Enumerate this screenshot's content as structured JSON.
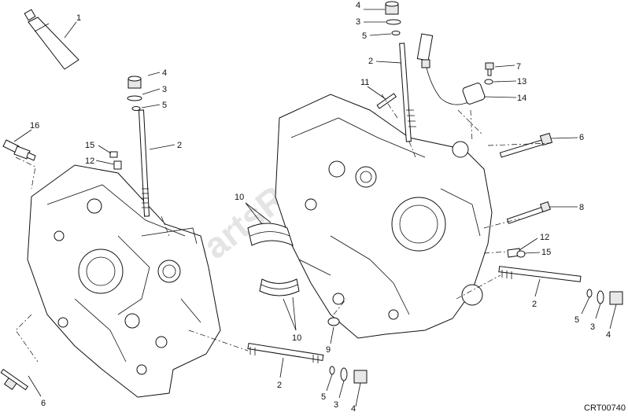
{
  "diagram_code": "CRT00740",
  "watermark": "PartsRepublik",
  "callouts": [
    {
      "id": "c1",
      "text": "1"
    },
    {
      "id": "c4a",
      "text": "4"
    },
    {
      "id": "c3a",
      "text": "3"
    },
    {
      "id": "c5a",
      "text": "5"
    },
    {
      "id": "c2a",
      "text": "2"
    },
    {
      "id": "c16",
      "text": "16"
    },
    {
      "id": "c15a",
      "text": "15"
    },
    {
      "id": "c12a",
      "text": "12"
    },
    {
      "id": "c6a",
      "text": "6"
    },
    {
      "id": "c10a",
      "text": "10"
    },
    {
      "id": "c10b",
      "text": "10"
    },
    {
      "id": "c4b",
      "text": "4"
    },
    {
      "id": "c3b",
      "text": "3"
    },
    {
      "id": "c5b",
      "text": "5"
    },
    {
      "id": "c2b",
      "text": "2"
    },
    {
      "id": "c11",
      "text": "11"
    },
    {
      "id": "c7",
      "text": "7"
    },
    {
      "id": "c13",
      "text": "13"
    },
    {
      "id": "c14",
      "text": "14"
    },
    {
      "id": "c6b",
      "text": "6"
    },
    {
      "id": "c8",
      "text": "8"
    },
    {
      "id": "c12b",
      "text": "12"
    },
    {
      "id": "c15b",
      "text": "15"
    },
    {
      "id": "c9",
      "text": "9"
    },
    {
      "id": "c2c",
      "text": "2"
    },
    {
      "id": "c5c",
      "text": "5"
    },
    {
      "id": "c3c",
      "text": "3"
    },
    {
      "id": "c4c",
      "text": "4"
    },
    {
      "id": "c2d",
      "text": "2"
    },
    {
      "id": "c5d",
      "text": "5"
    },
    {
      "id": "c3d",
      "text": "3"
    },
    {
      "id": "c4d",
      "text": "4"
    }
  ]
}
